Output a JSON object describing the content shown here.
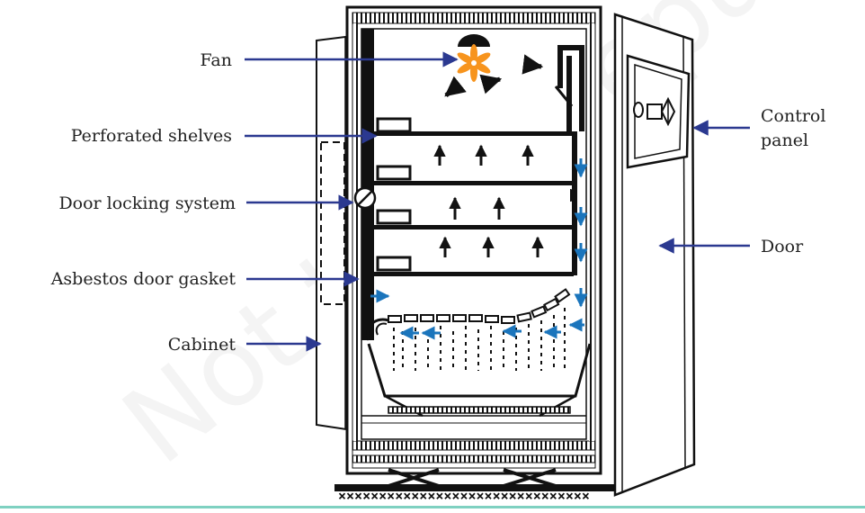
{
  "diagram": {
    "labels": {
      "fan": "Fan",
      "perforated_shelves": "Perforated shelves",
      "door_locking_system": "Door locking system",
      "asbestos_door_gasket": "Asbestos door gasket",
      "cabinet": "Cabinet",
      "control_panel_line1": "Control",
      "control_panel_line2": "panel",
      "door": "Door"
    },
    "watermark": "Not to be republished © NCERT"
  },
  "colors": {
    "outline": "#111111",
    "label_arrow": "#2b3990",
    "airflow": "#1b75bc",
    "fan_blade": "#f7941d",
    "bottom_rule": "#7fd1c1",
    "watermark": "#e6e6e6"
  },
  "icons": [
    "fan-icon",
    "airflow-arrow-icon",
    "door-lock-icon",
    "control-switch-icon"
  ]
}
